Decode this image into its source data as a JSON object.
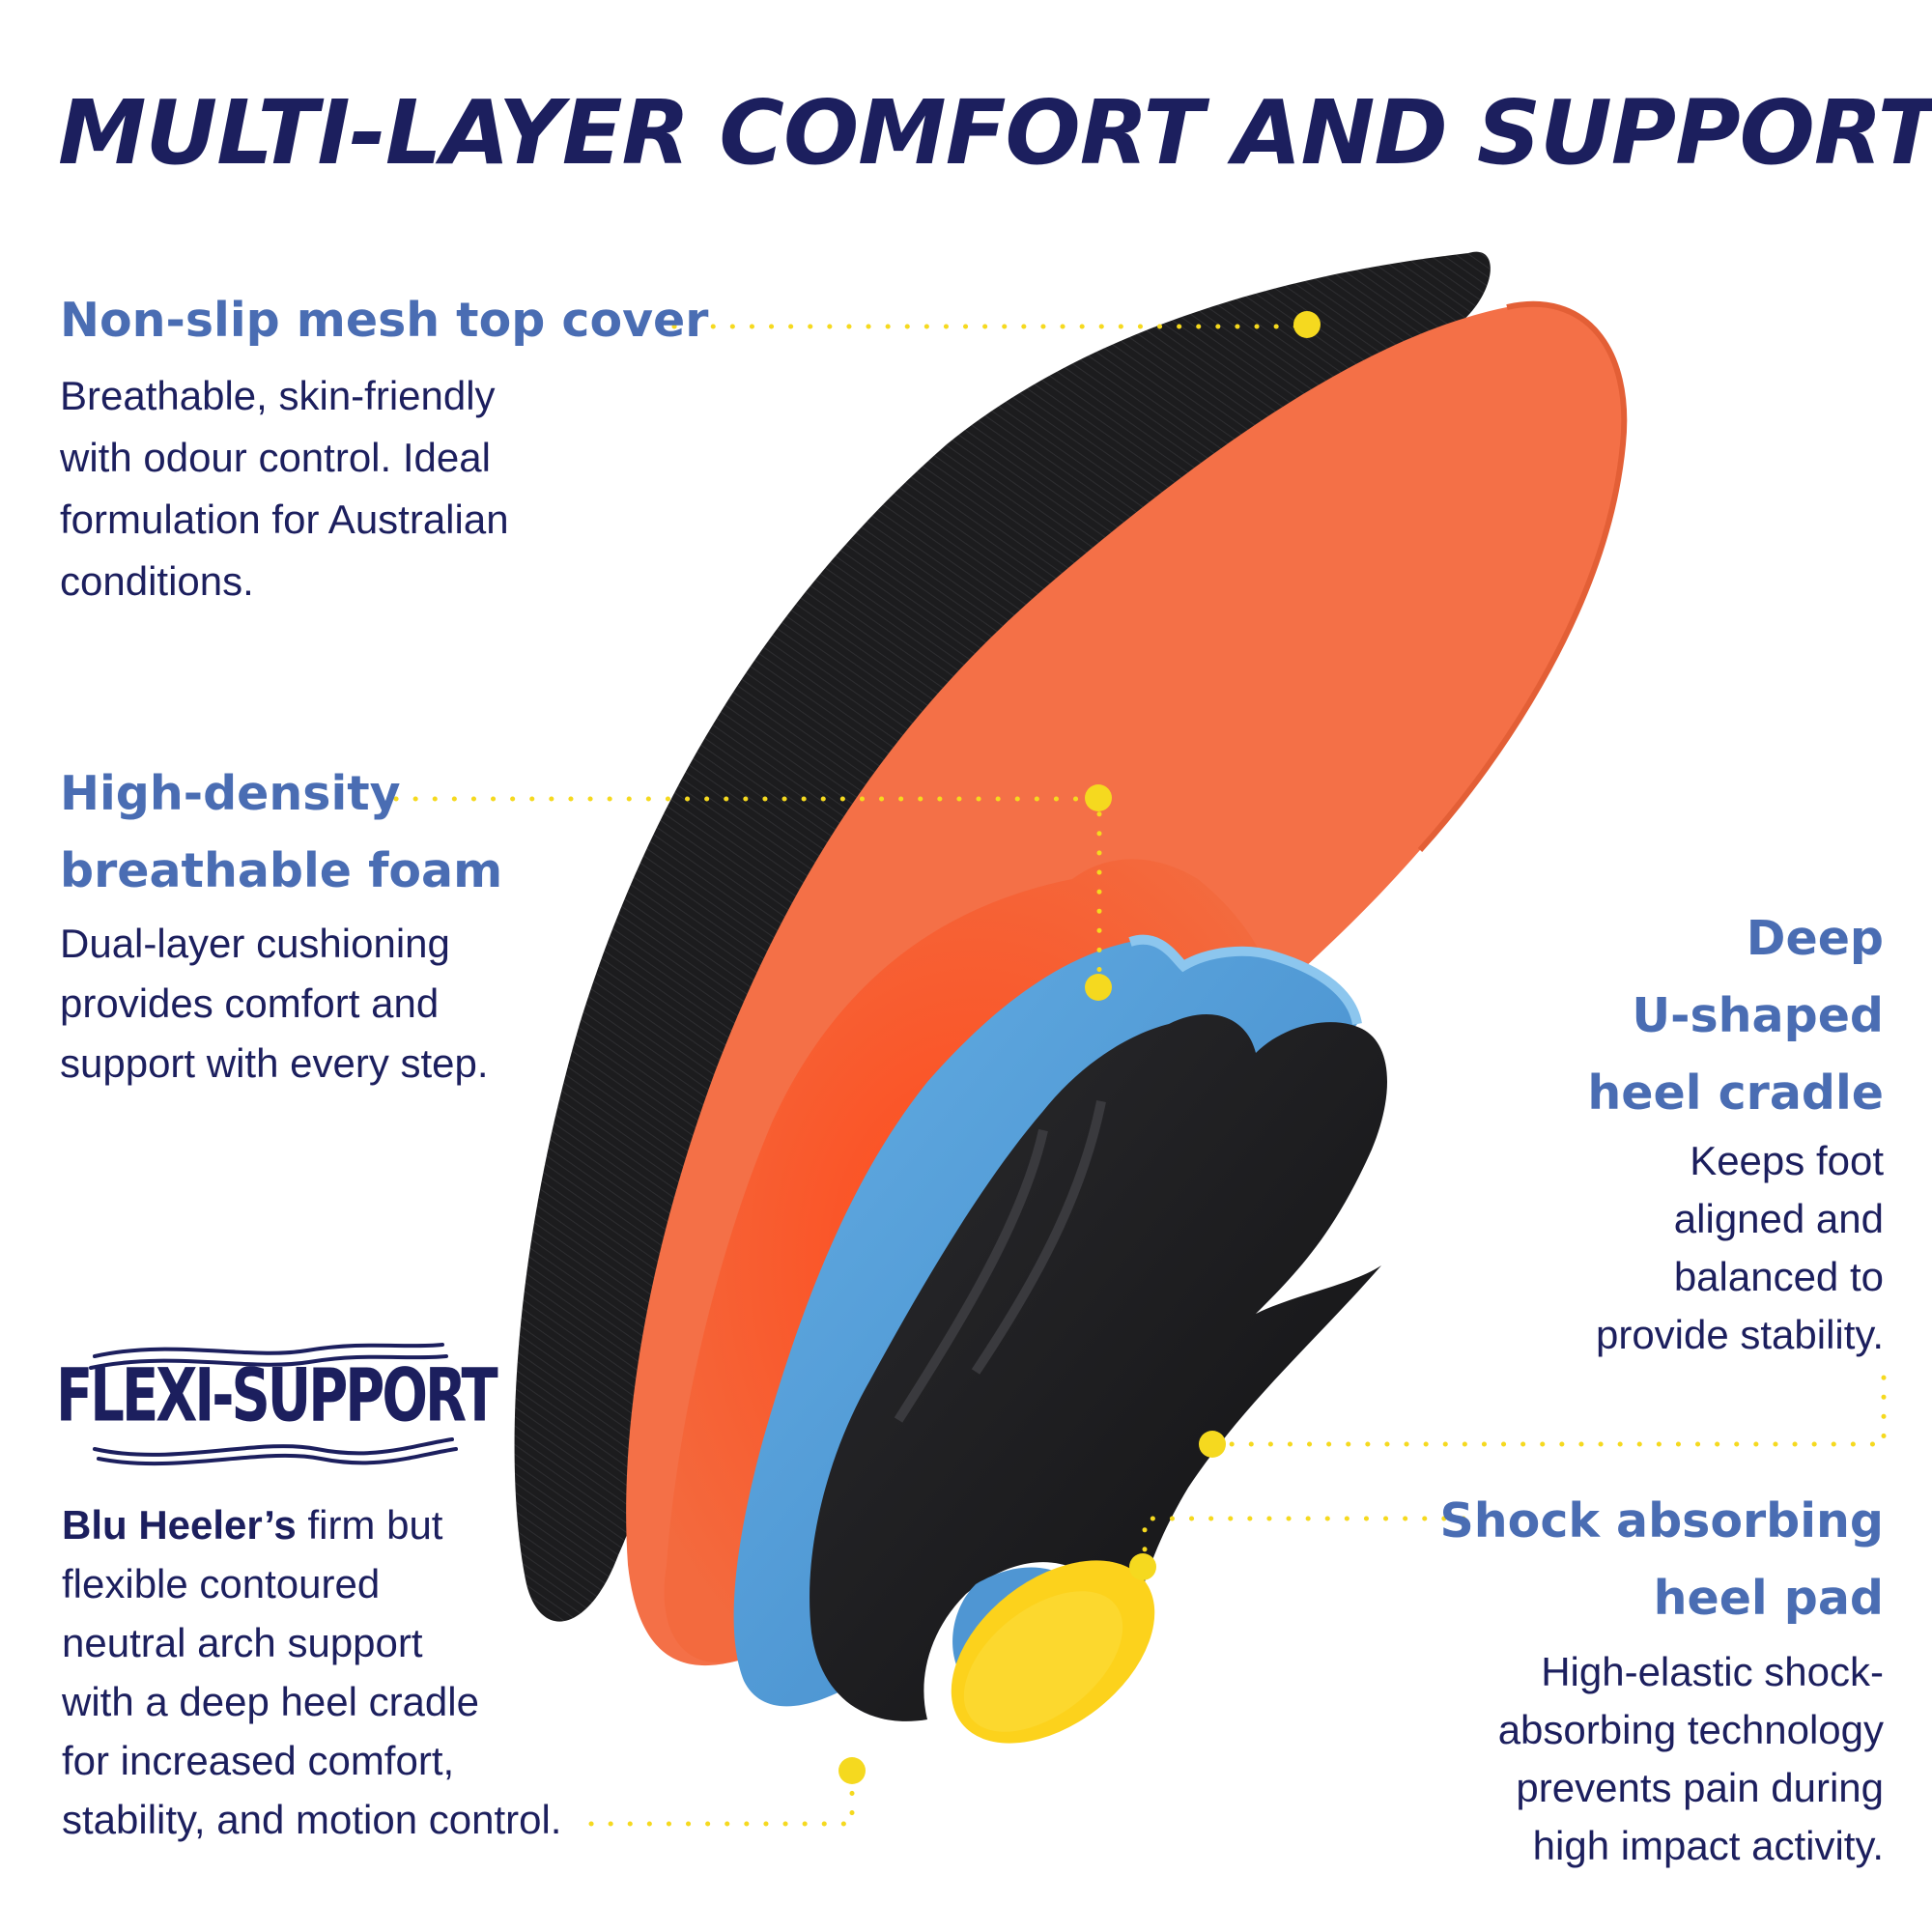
{
  "headline": "MULTI-LAYER COMFORT AND SUPPORT",
  "colors": {
    "navy": "#1c1f5e",
    "feature_blue": "#4a6db3",
    "dot_yellow": "#f5d91f",
    "insole_orange": "#f27046",
    "top_cover_black": "#1c1c1e",
    "foam_blue": "#5aa2d9",
    "heel_pad_yellow": "#fcd21c"
  },
  "features": {
    "mesh": {
      "title": "Non-slip mesh top cover",
      "desc_lines": [
        "Breathable, skin-friendly",
        "with odour control. Ideal",
        "formulation for Australian",
        "conditions."
      ]
    },
    "foam": {
      "title_lines": [
        "High-density",
        "breathable foam"
      ],
      "desc_lines": [
        "Dual-layer cushioning",
        "provides comfort and",
        "support with every step."
      ]
    },
    "cradle": {
      "title_lines": [
        "Deep",
        "U-shaped",
        "heel cradle"
      ],
      "desc_lines": [
        "Keeps foot",
        "aligned and",
        "balanced to",
        "provide stability."
      ]
    },
    "heelpad": {
      "title_lines": [
        "Shock absorbing",
        "heel pad"
      ],
      "desc_lines": [
        "High-elastic shock-",
        "absorbing technology",
        "prevents pain during",
        "high impact activity."
      ]
    },
    "arch": {
      "lead": "Blu Heeler’s",
      "line1_rest": " firm but",
      "desc_lines": [
        "flexible contoured",
        "neutral arch support",
        "with a deep heel cradle",
        "for increased comfort,",
        "stability, and motion control."
      ]
    }
  },
  "brand": {
    "name": "FLEXI-SUPPORT"
  }
}
